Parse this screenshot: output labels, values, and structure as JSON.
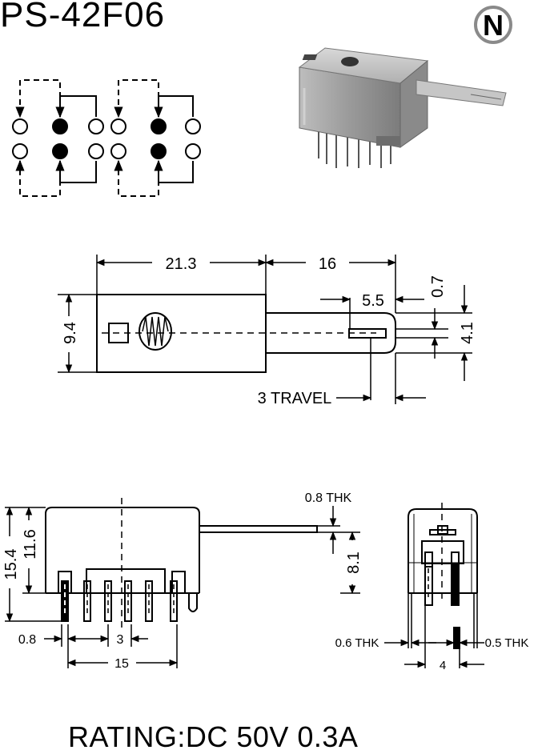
{
  "title": "PS-42F06",
  "logo_letter": "N",
  "rating": "RATING:DC 50V 0.3A",
  "dimensions": {
    "length": "21.3",
    "shaft": "16",
    "tip": "5.5",
    "tip_gap": "0.7",
    "tip_width": "4.1",
    "height": "9.4",
    "travel": "3 TRAVEL",
    "lever_thk": "0.8 THK",
    "body_side": "11.6",
    "overall_side": "15.4",
    "pin_len": "8.1",
    "pin_offset": "0.8",
    "pitch": "3",
    "span": "15",
    "left_thk": "0.6 THK",
    "right_thk": "0.5 THK",
    "row_pitch": "4"
  }
}
